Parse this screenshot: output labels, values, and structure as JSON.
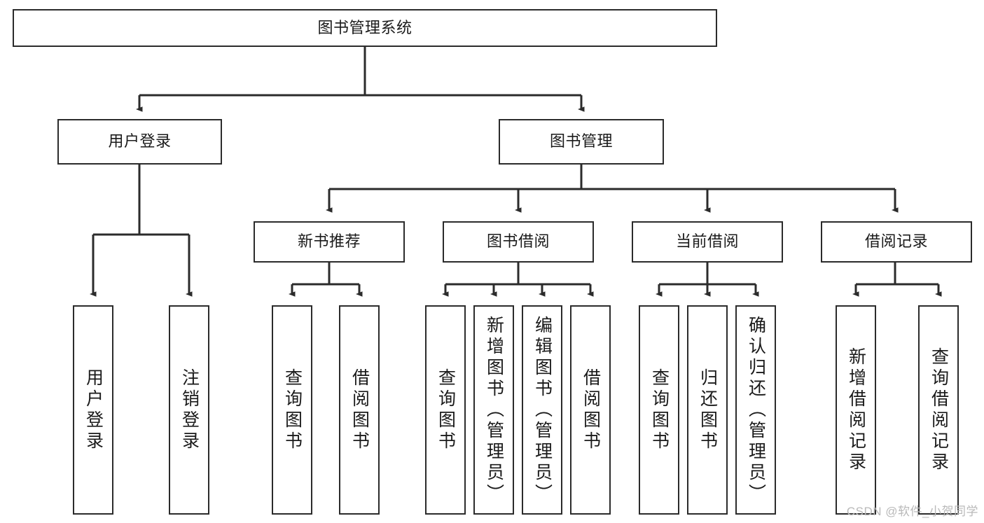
{
  "diagram": {
    "title": "图书管理系统",
    "type": "functional-structure-tree",
    "colors": {
      "box_border": "#2b2b2b",
      "box_fill": "#ffffff",
      "edge": "#2b2b2b",
      "text": "#1a1a1a",
      "watermark": "#b9b9b9"
    },
    "watermark": "CSDN @软件_小贺同学"
  },
  "nodes": {
    "root": {
      "label": "图书管理系统"
    },
    "level2": [
      {
        "label": "用户登录"
      },
      {
        "label": "图书管理"
      }
    ],
    "level3": [
      {
        "label": "新书推荐"
      },
      {
        "label": "图书借阅"
      },
      {
        "label": "当前借阅"
      },
      {
        "label": "借阅记录"
      }
    ],
    "leaves": {
      "user_login": [
        {
          "label": "用户登录"
        },
        {
          "label": "注销登录"
        }
      ],
      "new_book_recommend": [
        {
          "label": "查询图书"
        },
        {
          "label": "借阅图书"
        }
      ],
      "book_borrow": [
        {
          "label": "查询图书"
        },
        {
          "label": "新增图书（管理员）"
        },
        {
          "label": "编辑图书（管理员）"
        },
        {
          "label": "借阅图书"
        }
      ],
      "current_borrow": [
        {
          "label": "查询图书"
        },
        {
          "label": "归还图书"
        },
        {
          "label": "确认归还（管理员）"
        }
      ],
      "borrow_record": [
        {
          "label": "新增借阅记录"
        },
        {
          "label": "查询借阅记录"
        }
      ]
    }
  }
}
